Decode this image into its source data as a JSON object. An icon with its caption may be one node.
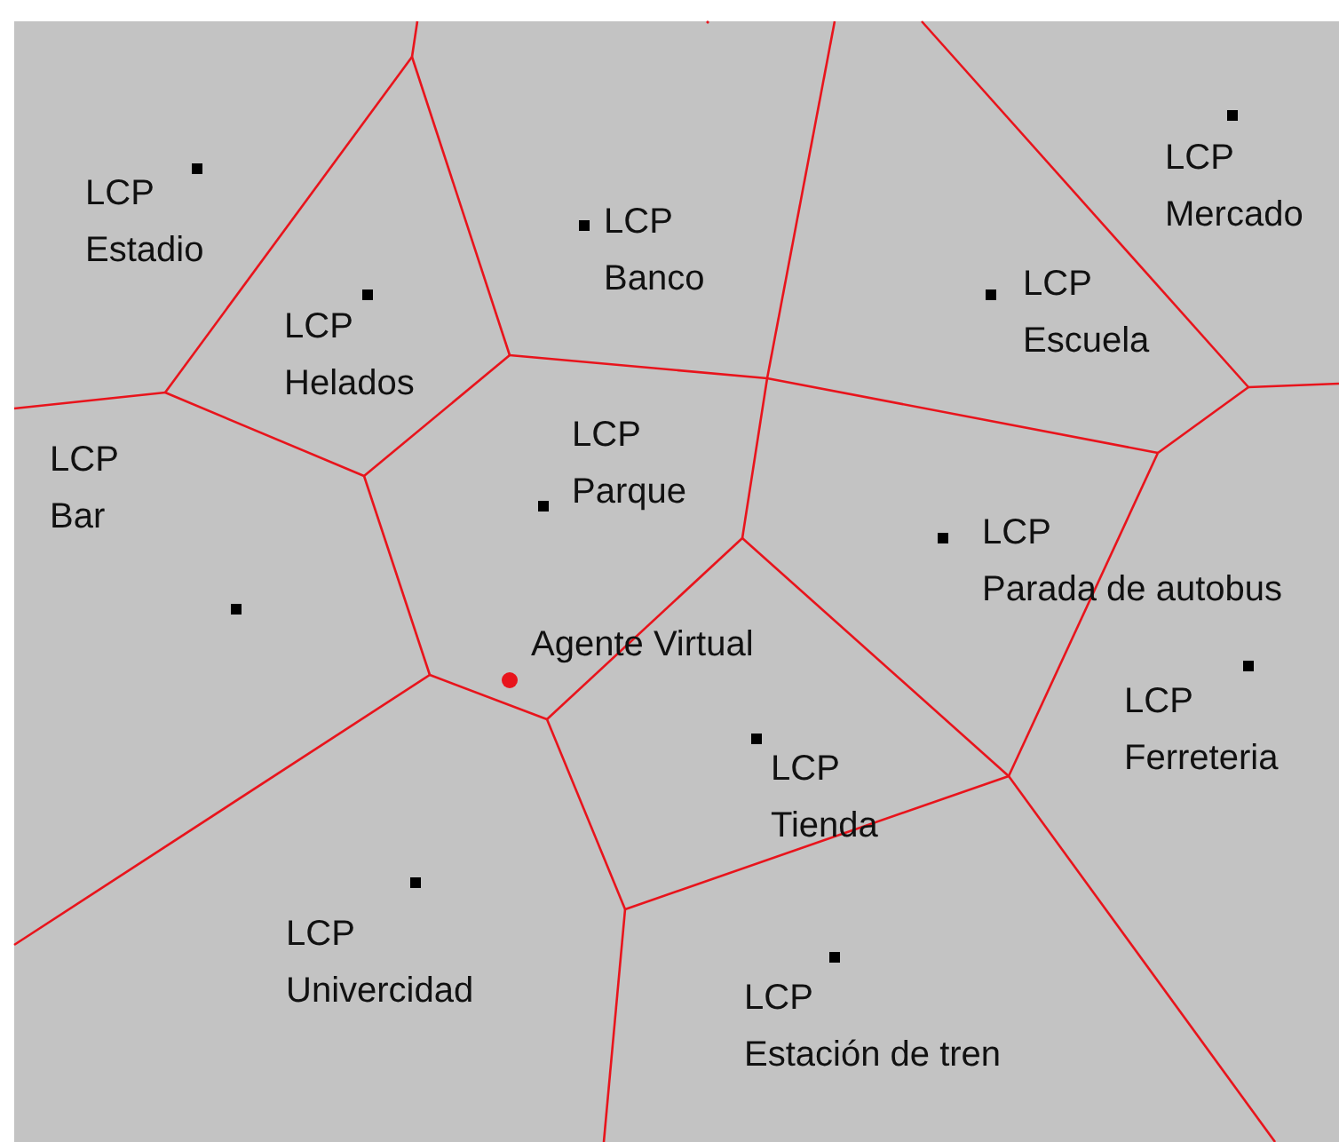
{
  "diagram": {
    "labels": [
      "LCP Mercado",
      "LCP Estadio",
      "LCP Banco",
      "LCP Escuela",
      "LCP Helados",
      "LCP Parque",
      "LCP Bar",
      "LCP Parada de autobus",
      "Agente Virtual",
      "LCP Ferreteria",
      "LCP Tienda",
      "LCP Univercidad",
      "LCP Estación de tren"
    ]
  }
}
